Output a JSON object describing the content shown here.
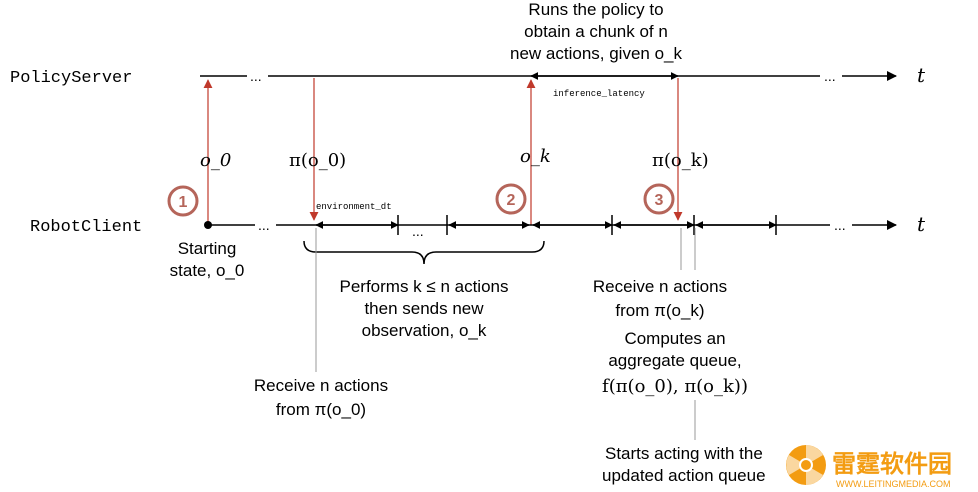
{
  "timelines": {
    "server": {
      "label": "PolicyServer",
      "ellipsis": "...",
      "time_symbol": "t"
    },
    "client": {
      "label": "RobotClient",
      "ellipsis": "...",
      "time_symbol": "t"
    }
  },
  "top_annotation": {
    "line1": "Runs the policy to",
    "line2": "obtain a chunk of n",
    "line3": "new actions, given o_k"
  },
  "small_labels": {
    "inference_latency": "inference_latency",
    "environment_dt": "environment_dt"
  },
  "arrow_labels": {
    "o0": "o_0",
    "pi_o0": "π(o_0)",
    "ok": "o_k",
    "pi_ok": "π(o_k)"
  },
  "steps": [
    {
      "number": "1"
    },
    {
      "number": "2"
    },
    {
      "number": "3"
    }
  ],
  "descriptions": {
    "starting_state": [
      "Starting",
      "state, o_0"
    ],
    "performs": [
      "Performs k ≤ n actions",
      "then sends new",
      "observation, o_k"
    ],
    "receive_o0": [
      "Receive n actions",
      "from π(o_0)"
    ],
    "receive_ok": [
      "Receive n actions",
      "from π(o_k)"
    ],
    "aggregate": [
      "Computes an",
      "aggregate queue,",
      "f(π(o_0), π(o_k))"
    ],
    "starts_acting": [
      "Starts acting with the",
      "updated action queue"
    ]
  },
  "watermark": {
    "title": "雷霆软件园",
    "url": "WWW.LEITINGMEDIA.COM"
  },
  "colors": {
    "accent_red": "#c0392b",
    "step_circle": "#b5655a",
    "line": "#000000",
    "watermark_orange": "#f39c12"
  }
}
